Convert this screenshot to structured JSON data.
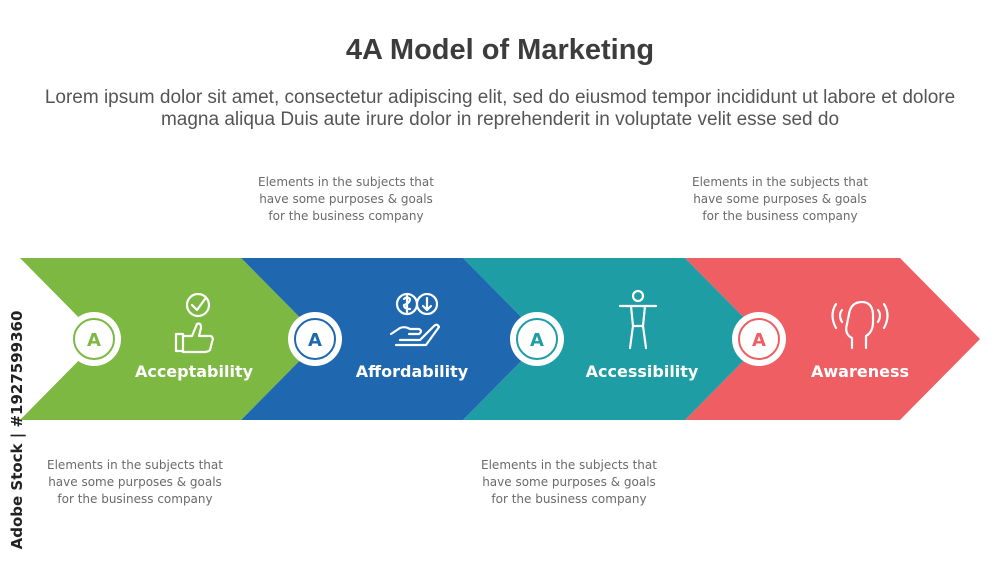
{
  "title": "4A Model of Marketing",
  "subtitle": "Lorem ipsum dolor sit amet, consectetur adipiscing elit, sed do eiusmod tempor incididunt ut labore et dolore magna aliqua Duis aute irure dolor in reprehenderit in voluptate velit esse sed do",
  "steps": [
    {
      "letter": "A",
      "label": "Acceptability",
      "color": "#7cb842",
      "icon": "thumbs-up-check-icon",
      "note": [
        "Elements in the subjects that",
        "have  some purposes & goals",
        "for the  business company"
      ]
    },
    {
      "letter": "A",
      "label": "Affordability",
      "color": "#1f68b0",
      "icon": "coins-hand-icon",
      "note": [
        "Elements in the subjects that",
        "have  some purposes & goals",
        "for the  business company"
      ]
    },
    {
      "letter": "A",
      "label": "Accessibility",
      "color": "#1e9da4",
      "icon": "person-arms-out-icon",
      "note": [
        "Elements in the subjects that",
        "have  some purposes & goals",
        "for the  business company"
      ]
    },
    {
      "letter": "A",
      "label": "Awareness",
      "color": "#ee5e62",
      "icon": "head-sound-waves-icon",
      "note": [
        "Elements in the subjects that",
        "have  some purposes & goals",
        "for the  business company"
      ]
    }
  ],
  "watermark": "Adobe Stock | #1927599360"
}
